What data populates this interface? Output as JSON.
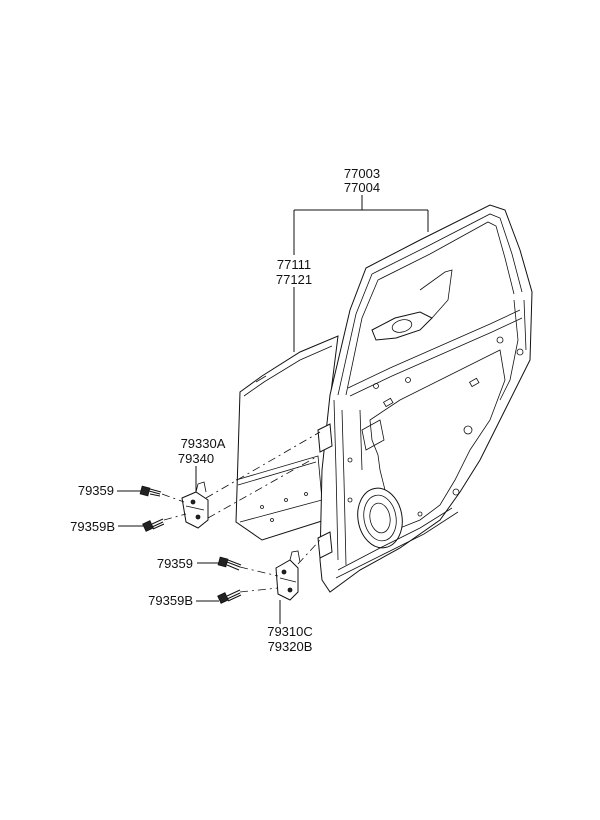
{
  "labels": {
    "door_assy_lh": "77003",
    "door_assy_rh": "77004",
    "panel_lh": "77111",
    "panel_rh": "77121",
    "hinge_upper_lh": "79330A",
    "hinge_upper_rh": "79340",
    "bolt_upper_1": "79359",
    "bolt_upper_2": "79359B",
    "bolt_lower_1": "79359",
    "bolt_lower_2": "79359B",
    "hinge_lower_lh": "79310C",
    "hinge_lower_rh": "79320B"
  },
  "colors": {
    "line": "#111111",
    "background": "#ffffff"
  }
}
